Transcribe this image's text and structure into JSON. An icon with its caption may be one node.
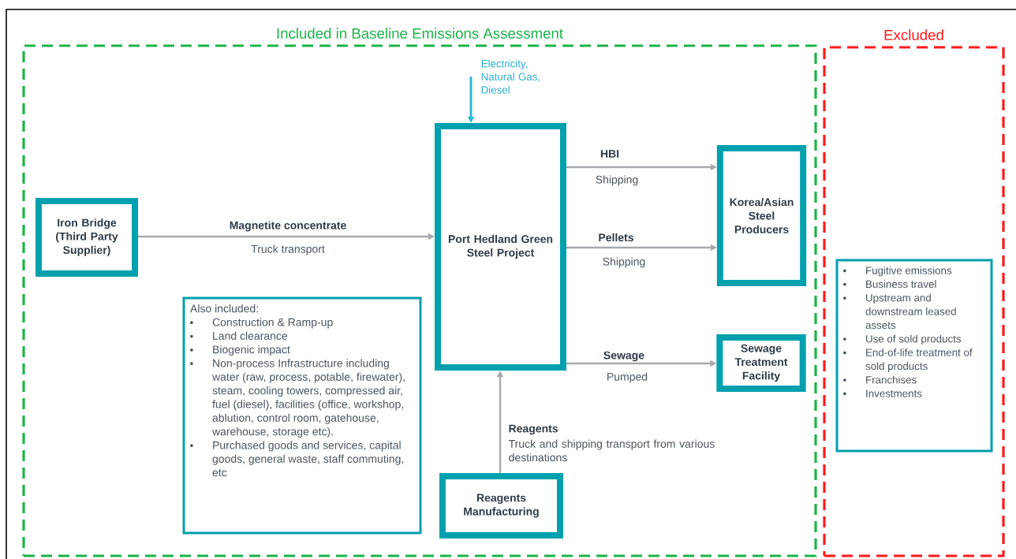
{
  "diagram": {
    "nodes": [
      {
        "text": [
          "Included in Baseline Emissions Assessment"
        ]
      },
      {
        "text": [
          "Excluded"
        ]
      },
      {
        "text": [
          "Iron Bridge (Third Party Supplier)"
        ],
        "in": 0
      },
      {
        "text": [
          "Port Hedland Green Steel Project"
        ],
        "in": 0
      },
      {
        "text": [
          "Korea/Asian Steel Producers"
        ],
        "in": 0
      },
      {
        "text": [
          "Also included:",
          "Construction & Ramp-up",
          "Land clearance",
          "Biogenic impact",
          "Non-process Infrastructure including water (raw, process, potable, firewater), steam, cooling towers, compressed air, fuel (diesel), facilities (office, workshop, ablution, control room, gatehouse, warehouse, storage etc).",
          "Purchased goods and services, capital goods, general waste, staff commuting, etc"
        ],
        "in": 0
      },
      {
        "text": [
          "Sewage Treatment Facility"
        ],
        "in": 0
      },
      {
        "text": [
          "Reagents Manufacturing"
        ],
        "in": 0
      },
      {
        "text": [
          "Fugitive emissions",
          "Business travel",
          "Upstream and downstream leased assets",
          "Use of sold products",
          "End-of-life treatment of sold products",
          "Franchises",
          "Investments"
        ],
        "in": 1
      },
      {
        "text": [
          "Electricity, Natural Gas, Diesel"
        ],
        "in": 0
      }
    ],
    "edges": [
      {
        "from": 9,
        "to": 3,
        "arrow": "to",
        "color": "#2bb8d4"
      },
      {
        "from": 2,
        "to": 3,
        "arrow": "to",
        "label": "Magnetite concentrate"
      },
      {
        "from": 3,
        "to": 4,
        "arrow": "to",
        "label": "HBI"
      },
      {
        "from": 3,
        "to": 4,
        "arrow": "to",
        "label": "Pellets"
      },
      {
        "from": 3,
        "to": 6,
        "arrow": "to",
        "label": "Sewage"
      },
      {
        "from": 7,
        "to": 3,
        "arrow": "to",
        "label": "Reagents"
      }
    ],
    "labels": [
      "Shipping",
      "Truck transport",
      "Shipping",
      "Pumped",
      "Truck and shipping transport from various destinations"
    ]
  }
}
